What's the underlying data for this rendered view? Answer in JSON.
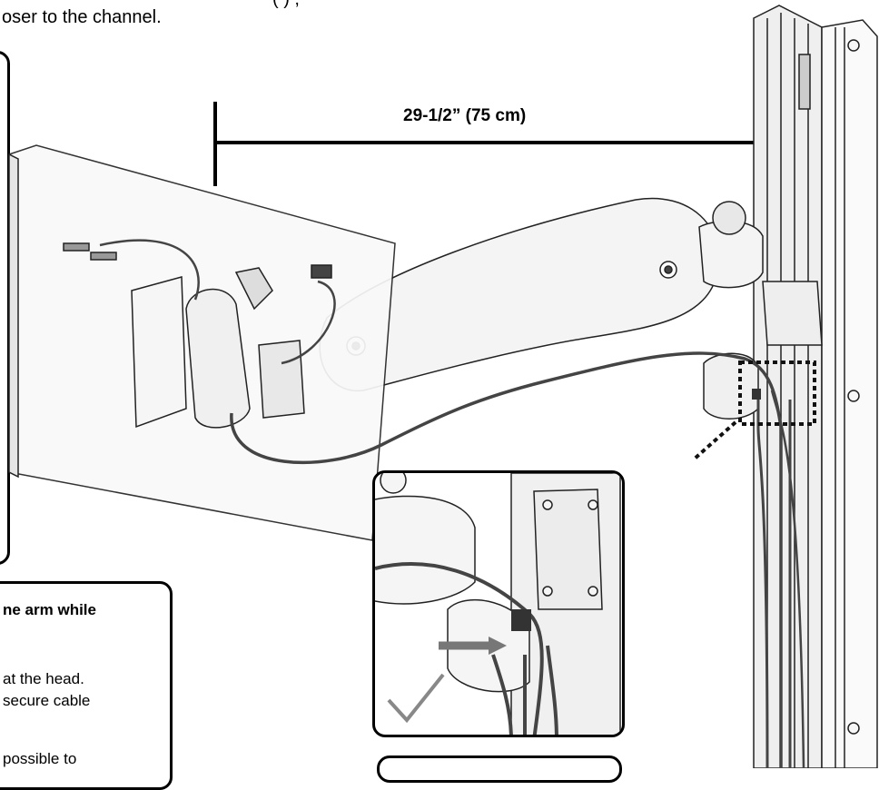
{
  "header": {
    "top_cut_text": "(     )       ,",
    "line2": "oser to the channel."
  },
  "dimension": {
    "label": "29-1/2” (75 cm)"
  },
  "note_box": {
    "title": "ne arm while",
    "line1": "at the head.",
    "line2": "secure cable",
    "line3": "possible to"
  },
  "colors": {
    "line": "#000000",
    "cable": "#555555",
    "arm": "#f4f4f4"
  }
}
